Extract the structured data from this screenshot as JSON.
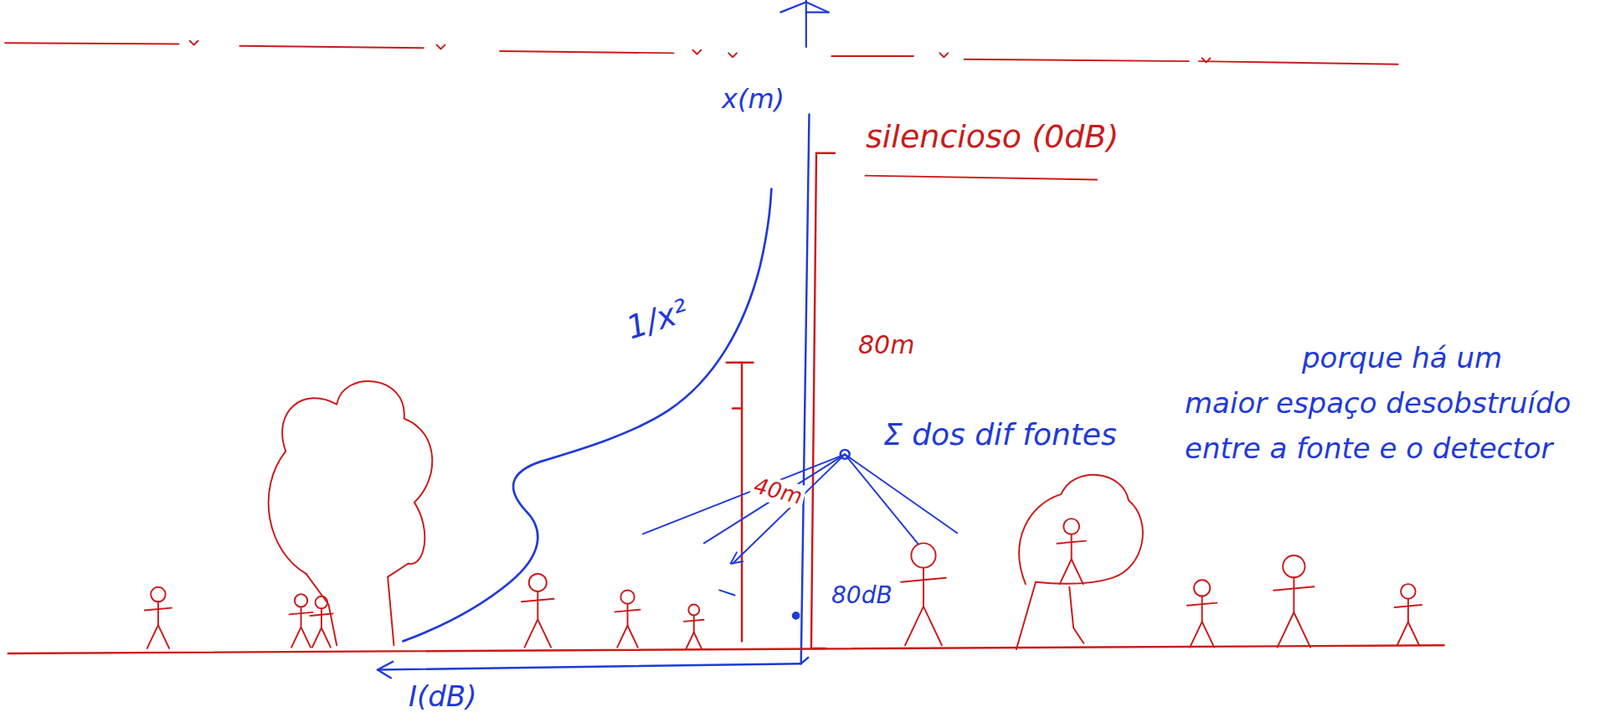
{
  "diagram": {
    "labels": [
      "x(m)",
      "silencioso (0dB)",
      "1/x²",
      "80m",
      "40m",
      "80dB",
      "I(dB)",
      "Σ dos dif fontes",
      "porque há um maior espaço desobstruído entre a fonte e o detector"
    ]
  }
}
